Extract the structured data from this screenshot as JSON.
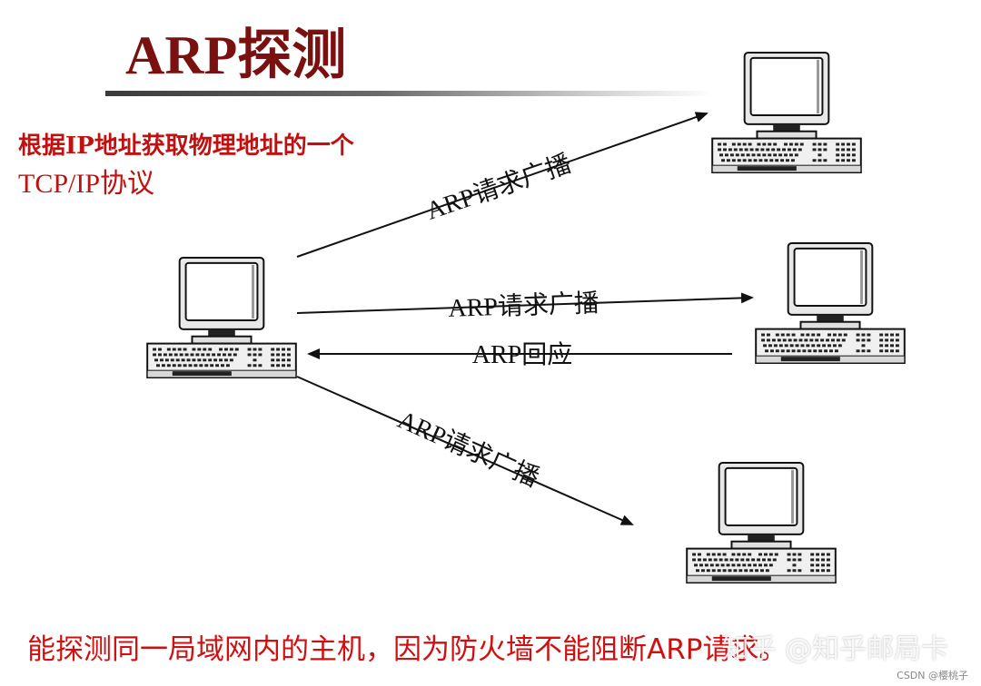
{
  "title": "ARP探测",
  "definition": {
    "line1": "根据IP地址获取物理地址的一个",
    "line2": "TCP/IP协议"
  },
  "arrows": {
    "request_top": "ARP请求广播",
    "request_middle": "ARP请求广播",
    "reply": "ARP回应",
    "request_bottom": "ARP请求广播"
  },
  "footer": "能探测同一局域网内的主机，因为防火墙不能阻断ARP请求。",
  "watermark": "知乎 @知乎邮局卡",
  "source_credit": "CSDN @樱桃子",
  "computers": {
    "source": "computer-icon",
    "target_top": "computer-icon",
    "target_middle": "computer-icon",
    "target_bottom": "computer-icon"
  }
}
